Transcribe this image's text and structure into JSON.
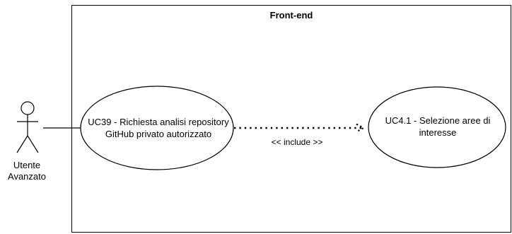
{
  "boundary": {
    "title": "Front-end"
  },
  "actor": {
    "label": "Utente\nAvanzato"
  },
  "use_cases": {
    "uc39": "UC39 - Richiesta analisi repository GitHub privato autorizzato",
    "uc41": "UC4.1 - Selezione aree di interesse"
  },
  "relation": {
    "label": "<< include >>"
  }
}
